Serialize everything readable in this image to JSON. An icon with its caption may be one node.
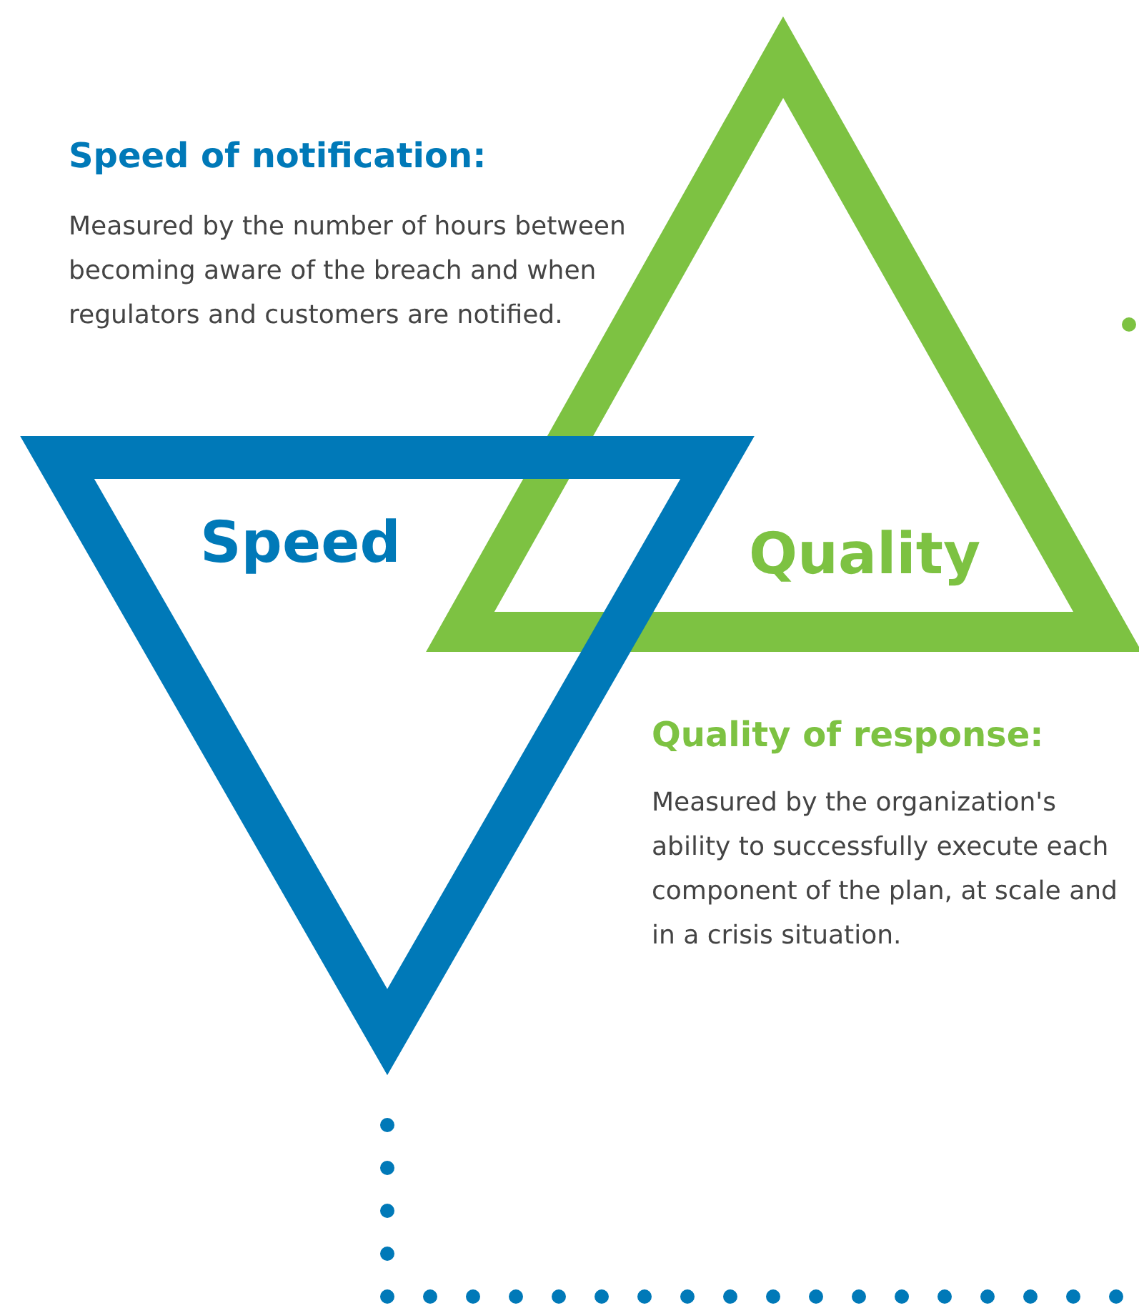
{
  "diagram": {
    "nodes": [
      {
        "text": [
          "Speed"
        ]
      },
      {
        "text": [
          "Quality"
        ]
      }
    ],
    "labels": [
      "Speed of notification:",
      "Measured by the number of hours between becoming aware of the breach and when regulators and customers are notified.",
      "Quality of response:",
      "Measured by the organization's ability to successfully execute each component of the plan, at scale and in a crisis situation."
    ]
  }
}
